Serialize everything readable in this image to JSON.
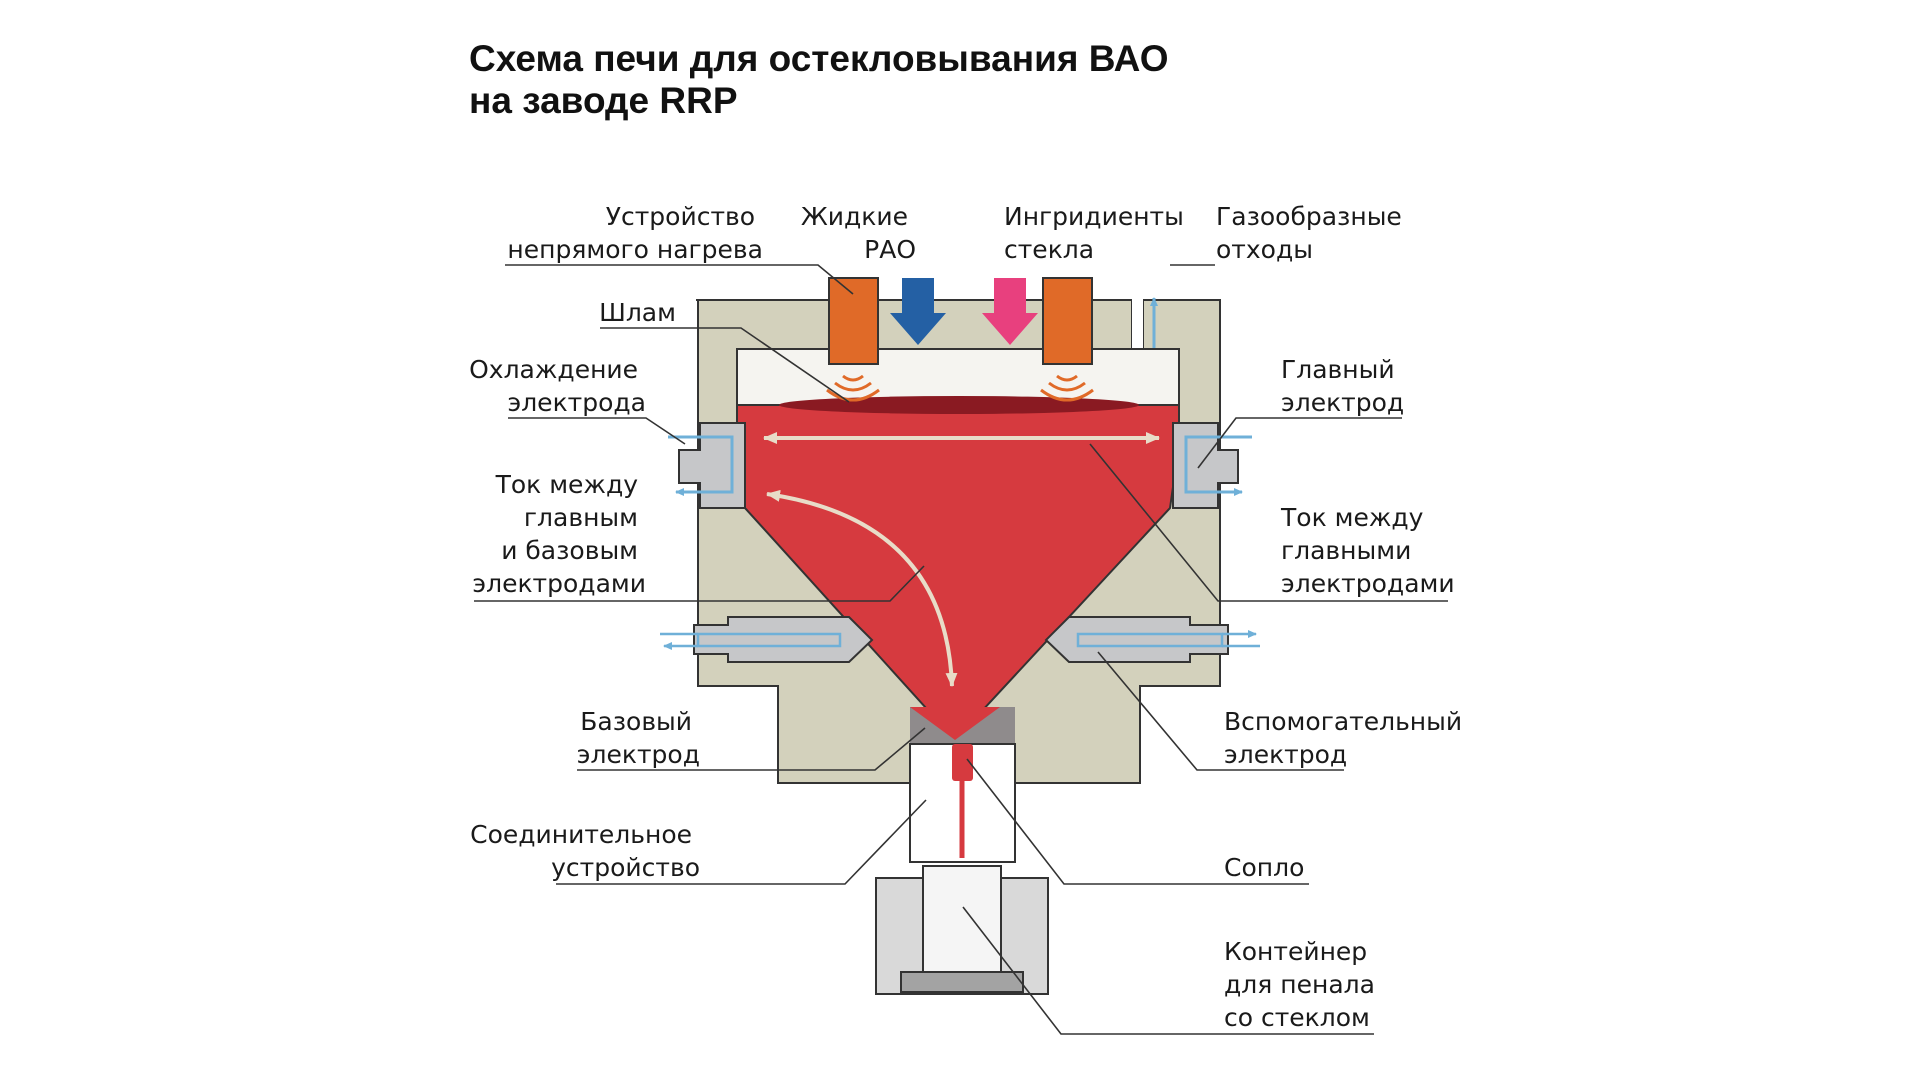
{
  "title": {
    "line1": "Схема печи для остекловывания ВАО",
    "line2": "на заводе RRP"
  },
  "labels": {
    "indirect_heating": [
      "Устройство",
      "непрямого нагрева"
    ],
    "liquid_rao": [
      "Жидкие",
      "РАО"
    ],
    "glass_ingredients": [
      "Ингридиенты",
      "стекла"
    ],
    "gaseous_waste": [
      "Газообразные",
      "отходы"
    ],
    "sludge": [
      "Шлам"
    ],
    "electrode_cooling": [
      "Охлаждение",
      "электрода"
    ],
    "main_electrode": [
      "Главный",
      "электрод"
    ],
    "current_main_base": [
      "Ток между",
      "главным",
      "и базовым",
      "электродами"
    ],
    "current_main_main": [
      "Ток между",
      "главными",
      "электродами"
    ],
    "base_electrode": [
      "Базовый",
      "электрод"
    ],
    "auxiliary_electrode": [
      "Вспомогательный",
      "электрод"
    ],
    "connector": [
      "Соединительное",
      "устройство"
    ],
    "nozzle": [
      "Сопло"
    ],
    "canister_container": [
      "Контейнер",
      "для пенала",
      "со стеклом"
    ]
  },
  "colors": {
    "furnace_body": "#d3d1bc",
    "melt": "#d63a3f",
    "slurry": "#8a1a22",
    "heater": "#e06a28",
    "rao_arrow": "#2460a4",
    "glass_arrow": "#e8407e",
    "coolant": "#6fb0d8",
    "electrode": "#c6c7c9",
    "current_arrow": "#e8dcc8"
  }
}
